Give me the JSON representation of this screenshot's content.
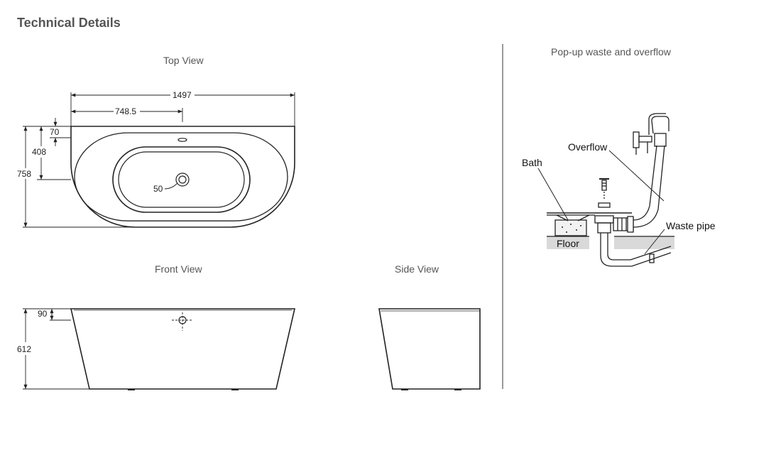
{
  "page": {
    "heading": "Technical Details"
  },
  "views": {
    "top_view": "Top View",
    "front_view": "Front View",
    "side_view": "Side View",
    "waste_view": "Pop-up waste and overflow"
  },
  "dimensions": {
    "top_length": "1497",
    "top_half_length": "748.5",
    "top_rim": "70",
    "top_waste_offset": "408",
    "top_width": "758",
    "waste_diameter": "50",
    "front_rim": "90",
    "front_height": "612"
  },
  "callouts": {
    "bath": "Bath",
    "overflow": "Overflow",
    "waste_pipe": "Waste pipe",
    "floor": "Floor"
  },
  "colors": {
    "line": "#222222",
    "text": "#555555",
    "floor_fill": "#d9d9d9",
    "divider": "#555555"
  }
}
